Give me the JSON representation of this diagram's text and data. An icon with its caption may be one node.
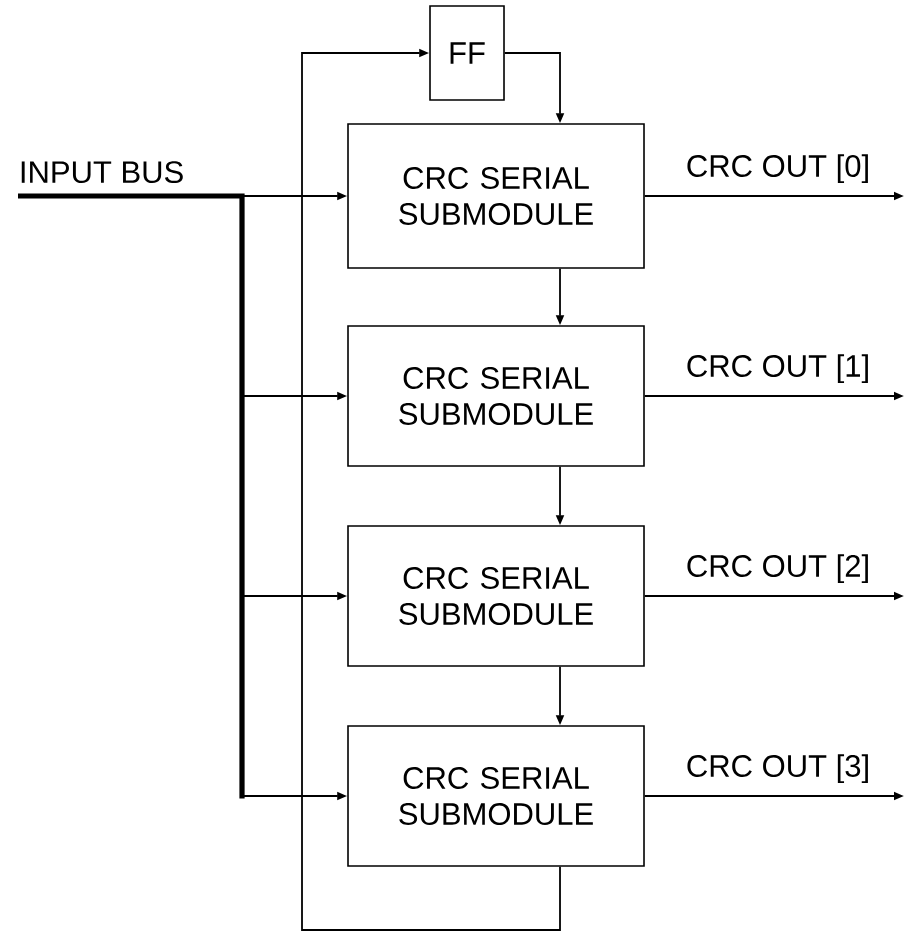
{
  "diagram": {
    "nodes": [
      {
        "text": [
          "FF"
        ]
      },
      {
        "text": [
          "CRC SERIAL SUBMODULE"
        ]
      },
      {
        "text": [
          "CRC SERIAL SUBMODULE"
        ]
      },
      {
        "text": [
          "CRC SERIAL SUBMODULE"
        ]
      },
      {
        "text": [
          "CRC SERIAL SUBMODULE"
        ]
      }
    ],
    "edges": [
      {
        "from": null,
        "to": 1,
        "arrow": "to",
        "label": "INPUT BUS",
        "style": "thick"
      },
      {
        "from": null,
        "to": 2,
        "arrow": "to",
        "style": "thick"
      },
      {
        "from": null,
        "to": 3,
        "arrow": "to",
        "style": "thick"
      },
      {
        "from": null,
        "to": 4,
        "arrow": "to",
        "style": "thick"
      },
      {
        "from": 1,
        "to": 2,
        "arrow": "to"
      },
      {
        "from": 2,
        "to": 3,
        "arrow": "to"
      },
      {
        "from": 3,
        "to": 4,
        "arrow": "to"
      },
      {
        "from": 4,
        "to": 0,
        "arrow": "to"
      },
      {
        "from": 0,
        "to": 1,
        "arrow": "to"
      },
      {
        "from": 1,
        "to": null,
        "arrow": "to",
        "label": "CRC OUT [0]"
      },
      {
        "from": 2,
        "to": null,
        "arrow": "to",
        "label": "CRC OUT [1]"
      },
      {
        "from": 3,
        "to": null,
        "arrow": "to",
        "label": "CRC OUT [2]"
      },
      {
        "from": 4,
        "to": null,
        "arrow": "to",
        "label": "CRC OUT [3]"
      }
    ]
  }
}
